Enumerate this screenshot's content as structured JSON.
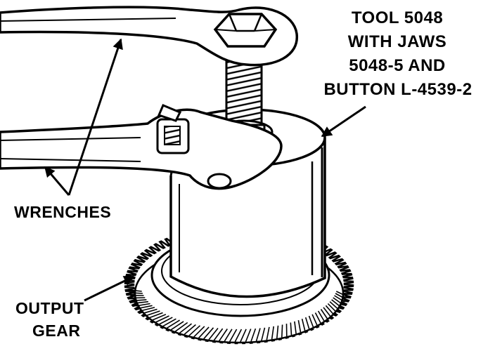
{
  "labels": {
    "tool": {
      "line1": "TOOL 5048",
      "line2": "WITH JAWS",
      "line3": "5048-5 AND",
      "line4": "BUTTON L-4539-2"
    },
    "wrenches": "WRENCHES",
    "output_gear": {
      "line1": "OUTPUT",
      "line2": "GEAR"
    }
  },
  "colors": {
    "ink": "#000000",
    "paper": "#ffffff"
  }
}
